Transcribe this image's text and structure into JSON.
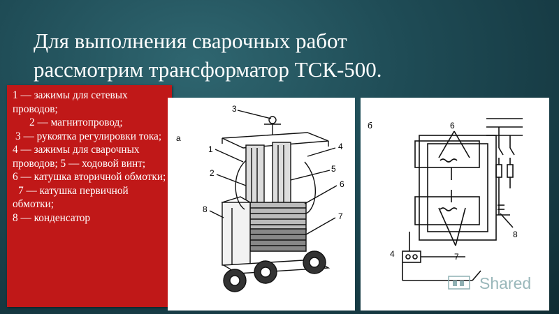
{
  "slide": {
    "title_line1": "Для выполнения сварочных работ",
    "title_line2": "рассмотрим трансформатор ТСК-500."
  },
  "legend": {
    "item1": "1 — зажимы для сетевых проводов;",
    "item2": "2 — магнитопровод;",
    "item3": "3 — рукоятка регулировки тока;",
    "item4": "4 — зажимы для сварочных проводов; 5 — ходовой винт;",
    "item5": "6 — катушка вторичной обмотки;",
    "item6": "7 — катушка первичной обмотки;",
    "item7": "8 — конденсатор"
  },
  "figure_a": {
    "label": "а",
    "num1": "1",
    "num2": "2",
    "num3": "3",
    "num4": "4",
    "num5": "5",
    "num6": "6",
    "num7": "7",
    "num8": "8"
  },
  "figure_b": {
    "label": "б",
    "num6": "6",
    "num4": "4",
    "num7": "7",
    "num8": "8"
  },
  "watermark": {
    "text": "Shared"
  },
  "colors": {
    "legend_bg": "#c01818",
    "background": "#1f4c56"
  }
}
